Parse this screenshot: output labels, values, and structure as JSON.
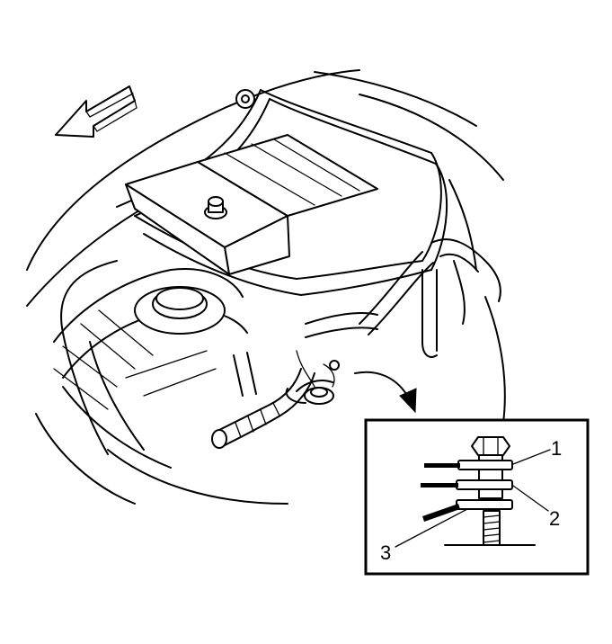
{
  "diagram": {
    "inset": {
      "callouts": [
        {
          "id": "1",
          "label": "1"
        },
        {
          "id": "2",
          "label": "2"
        },
        {
          "id": "3",
          "label": "3"
        }
      ]
    }
  },
  "colors": {
    "line": "#000000",
    "background": "#ffffff"
  }
}
